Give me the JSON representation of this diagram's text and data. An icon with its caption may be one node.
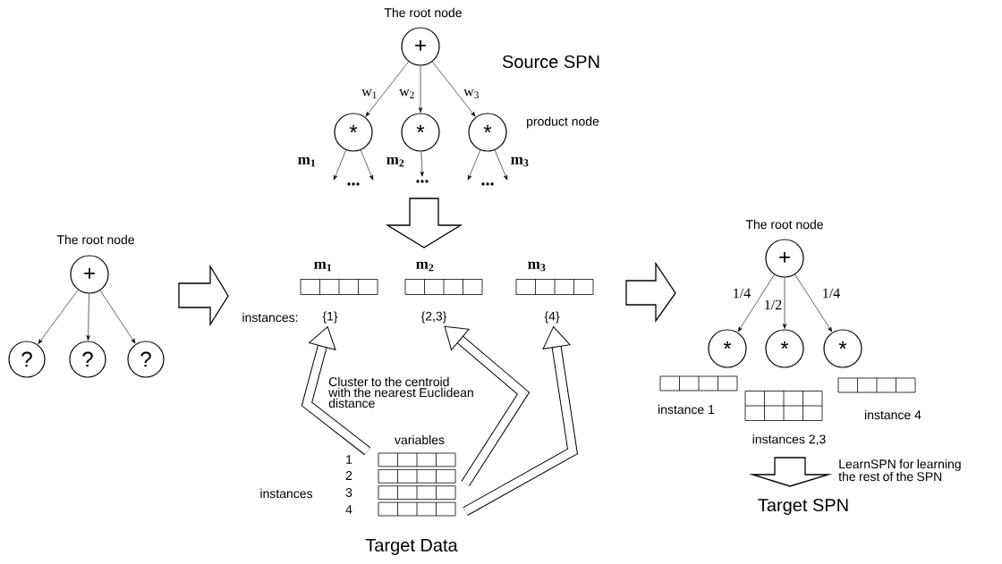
{
  "diagram": {
    "nodes": [
      {
        "text": [
          "+"
        ],
        "beside": [
          "The root node"
        ]
      },
      {
        "text": [
          "?"
        ]
      },
      {
        "text": [
          "?"
        ]
      },
      {
        "text": [
          "?"
        ]
      },
      {
        "text": [
          "+"
        ],
        "beside": [
          "The root node"
        ]
      },
      {
        "text": [
          "*"
        ]
      },
      {
        "text": [
          "*"
        ]
      },
      {
        "text": [
          "*"
        ],
        "beside": [
          "product node"
        ]
      },
      {
        "text": [
          "..."
        ]
      },
      {
        "text": [
          "..."
        ]
      },
      {
        "text": [
          "..."
        ]
      },
      {
        "text": [],
        "shape": "box",
        "beside": [
          "m$_{1}$"
        ]
      },
      {
        "text": [],
        "shape": "box",
        "beside": [
          "m$_{2}$"
        ]
      },
      {
        "text": [],
        "shape": "box",
        "beside": [
          "m$_{3}$"
        ]
      },
      {
        "text": [
          "{1}"
        ]
      },
      {
        "text": [
          "{2,3}"
        ]
      },
      {
        "text": [
          "{4}"
        ]
      },
      {
        "text": [],
        "shape": "box",
        "beside": [
          "variables"
        ]
      },
      {
        "text": [
          "+"
        ],
        "beside": [
          "The root node"
        ]
      },
      {
        "text": [
          "*"
        ]
      },
      {
        "text": [
          "*"
        ]
      },
      {
        "text": [
          "*"
        ]
      },
      {
        "text": [],
        "shape": "box",
        "beside": [
          "instance 1"
        ]
      },
      {
        "text": [],
        "shape": "box",
        "beside": [
          "instances 2,3"
        ]
      },
      {
        "text": [],
        "shape": "box",
        "beside": [
          "instance 4"
        ]
      }
    ],
    "edges": [
      {
        "from": 0,
        "to": 1,
        "arrow": "to"
      },
      {
        "from": 0,
        "to": 2,
        "arrow": "to"
      },
      {
        "from": 0,
        "to": 3,
        "arrow": "to"
      },
      {
        "from": 4,
        "to": 5,
        "arrow": "to",
        "label": "w$_{1}$"
      },
      {
        "from": 4,
        "to": 6,
        "arrow": "to",
        "label": "w$_{2}$"
      },
      {
        "from": 4,
        "to": 7,
        "arrow": "to",
        "label": "w$_{3}$"
      },
      {
        "from": 5,
        "to": 8,
        "arrow": "to"
      },
      {
        "from": 5,
        "to": 8,
        "arrow": "to"
      },
      {
        "from": 6,
        "to": 9,
        "arrow": "to"
      },
      {
        "from": 7,
        "to": 10,
        "arrow": "to"
      },
      {
        "from": 7,
        "to": 10,
        "arrow": "to"
      },
      {
        "from": 17,
        "to": 14,
        "arrow": "to",
        "style": "thick"
      },
      {
        "from": 17,
        "to": 15,
        "arrow": "to",
        "style": "thick"
      },
      {
        "from": 17,
        "to": 16,
        "arrow": "to",
        "style": "thick"
      },
      {
        "from": 18,
        "to": 19,
        "arrow": "to",
        "label": "1/4"
      },
      {
        "from": 18,
        "to": 20,
        "arrow": "to",
        "label": "1/2"
      },
      {
        "from": 18,
        "to": 21,
        "arrow": "to",
        "label": "1/4"
      }
    ],
    "labels": [
      "Source SPN",
      "m$_{1}$",
      "m$_{2}$",
      "m$_{3}$",
      "instances:",
      "Cluster to the centroid with the nearest Euclidean distance",
      "1",
      "2",
      "3",
      "4",
      "instances",
      "Target Data",
      "LearnSPN for learning the rest of the SPN",
      "Target SPN"
    ]
  }
}
